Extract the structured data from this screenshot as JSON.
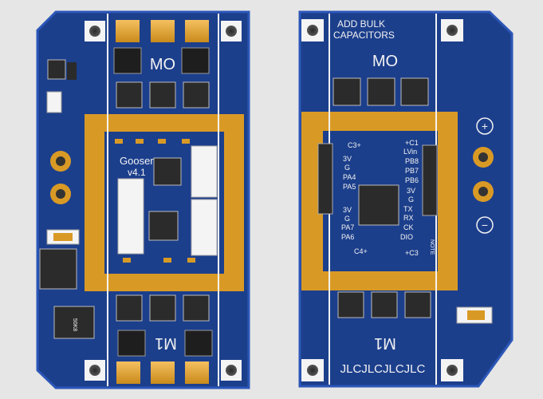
{
  "left_board": {
    "motor_top": "MO",
    "motor_bottom": "M1",
    "title": "Gooser",
    "version": "v4.1",
    "inductor_text": "50K8"
  },
  "right_board": {
    "note_line1": "ADD BULK",
    "note_line2": "CAPACITORS",
    "motor_top": "MO",
    "motor_bottom": "M1",
    "footer": "JLCJLCJLCJLC",
    "plus_symbol": "+",
    "minus_symbol": "−",
    "mcu_left_pins": [
      "C3+",
      "3V",
      "G",
      "PA4",
      "PA5",
      "3V",
      "G",
      "PA7",
      "PA6",
      "C4+"
    ],
    "mcu_right_pins": [
      "+C1",
      "LVin",
      "PB8",
      "PB7",
      "PB6",
      "3V",
      "G",
      "TX",
      "RX",
      "CK",
      "DIO",
      "+C3"
    ],
    "side_label": "NOTE"
  },
  "colors": {
    "background": "#e6e6e6",
    "pcb_blue": "#1c3f8c",
    "pcb_border": "#2c57b8",
    "copper_gold": "#d99a25",
    "silkscreen": "#f2f2f2",
    "ic_black": "#1e1e1e"
  }
}
